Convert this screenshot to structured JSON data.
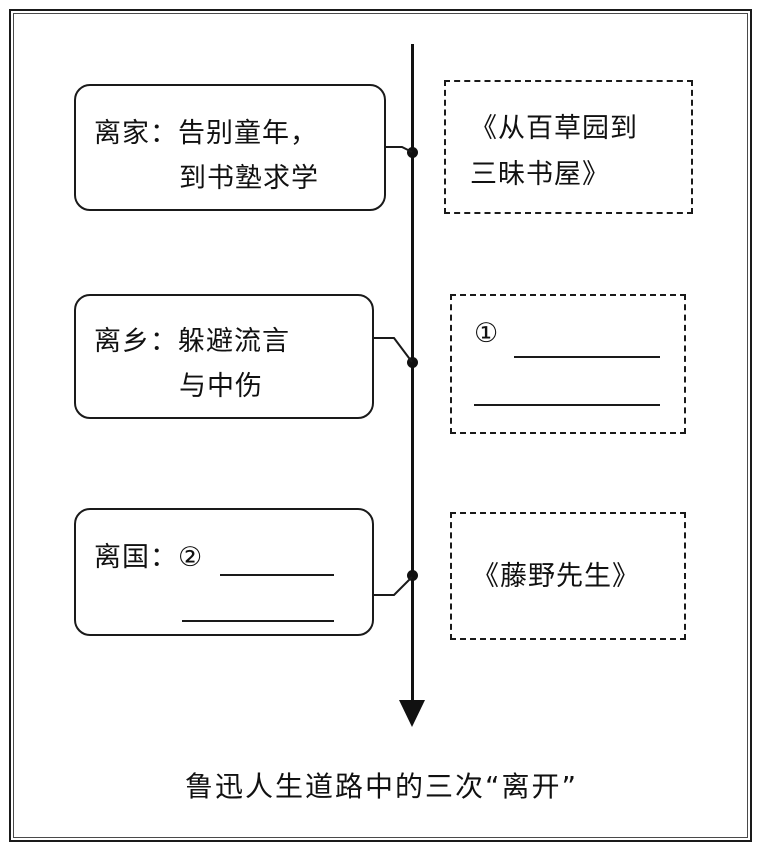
{
  "figure": {
    "caption": "鲁迅人生道路中的三次“离开”",
    "axis": {
      "orientation": "vertical",
      "arrow_direction": "down"
    },
    "stages": [
      {
        "id": "stage-1",
        "left_lines": [
          "离家：告别童年，",
          "到书塾求学"
        ],
        "right_lines": [
          "《从百草园到",
          "三昧书屋》"
        ],
        "right_is_blank": false
      },
      {
        "id": "stage-2",
        "left_lines": [
          "离乡：躲避流言",
          "与中伤"
        ],
        "right_lines": [
          "①",
          ""
        ],
        "right_is_blank": true
      },
      {
        "id": "stage-3",
        "left_lines": [
          "离国：②",
          ""
        ],
        "left_has_blank": true,
        "right_lines": [
          "《藤野先生》"
        ],
        "right_is_blank": false
      }
    ]
  }
}
